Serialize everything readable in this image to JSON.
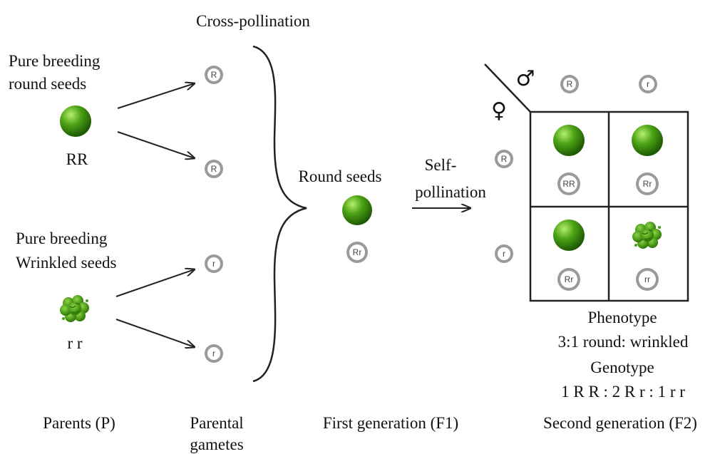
{
  "title": "Cross-pollination",
  "parents": {
    "round_label": [
      "Pure breeding",
      "round seeds"
    ],
    "round_genotype": "RR",
    "wrinkled_label": [
      "Pure breeding",
      "Wrinkled seeds"
    ],
    "wrinkled_genotype": "r r"
  },
  "gametes": {
    "parental": [
      "R",
      "R",
      "r",
      "r"
    ]
  },
  "f1": {
    "label": "Round seeds",
    "genotype": "Rr",
    "self_pollination": [
      "Self-",
      "pollination"
    ]
  },
  "punnett": {
    "male_symbol": "♂",
    "female_symbol": "♀",
    "male_gametes": [
      "R",
      "r"
    ],
    "female_gametes": [
      "R",
      "r"
    ],
    "cells": [
      {
        "seed": "round",
        "genotype": "RR"
      },
      {
        "seed": "round",
        "genotype": "Rr"
      },
      {
        "seed": "round",
        "genotype": "Rr"
      },
      {
        "seed": "wrinkled",
        "genotype": "rr"
      }
    ]
  },
  "summary": {
    "phenotype_title": "Phenotype",
    "phenotype_ratio": "3:1 round: wrinkled",
    "genotype_title": "Genotype",
    "genotype_ratio": "1 R R : 2 R r : 1 r r"
  },
  "footer": {
    "parents": "Parents (P)",
    "gametes": [
      "Parental",
      "gametes"
    ],
    "first_gen": "First generation (F1)",
    "second_gen": "Second generation (F2)"
  },
  "colors": {
    "seed_green": "#3d8f0d",
    "seed_dark": "#1f5a05",
    "seed_light": "#9fdb5a",
    "gamete_fill": "#9a9a9a",
    "line": "#222222"
  }
}
